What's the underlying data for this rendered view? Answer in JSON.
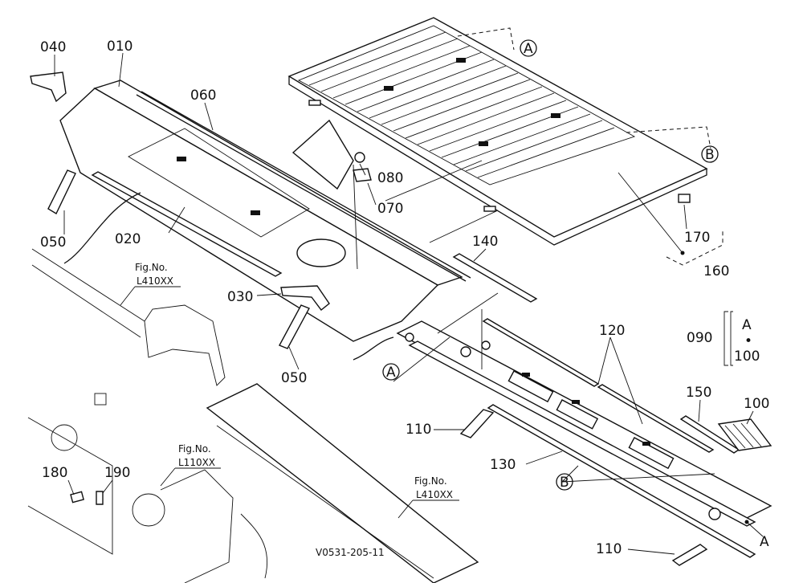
{
  "callouts": {
    "c040": "040",
    "c010": "010",
    "c060": "060",
    "c080": "080",
    "c070": "070",
    "c050a": "050",
    "c020": "020",
    "c030": "030",
    "c050b": "050",
    "c140": "140",
    "c170": "170",
    "c160": "160",
    "c120": "120",
    "c090": "090",
    "c150": "150",
    "c100a": "100",
    "c110a": "110",
    "c130": "130",
    "c180": "180",
    "c190": "190",
    "c110b": "110",
    "c100b": "100"
  },
  "ref_marks": {
    "a_top": "A",
    "b_top": "B",
    "a_mid": "A",
    "b_low": "B",
    "a_right": "A",
    "a_group": "A",
    "dot": "•"
  },
  "figure_refs": {
    "ref1_caption": "Fig.No.",
    "ref1_code": "L410XX",
    "ref2_caption": "Fig.No.",
    "ref2_code": "L110XX",
    "ref3_caption": "Fig.No.",
    "ref3_code": "L410XX"
  },
  "drawing_id": "V0531-205-11"
}
